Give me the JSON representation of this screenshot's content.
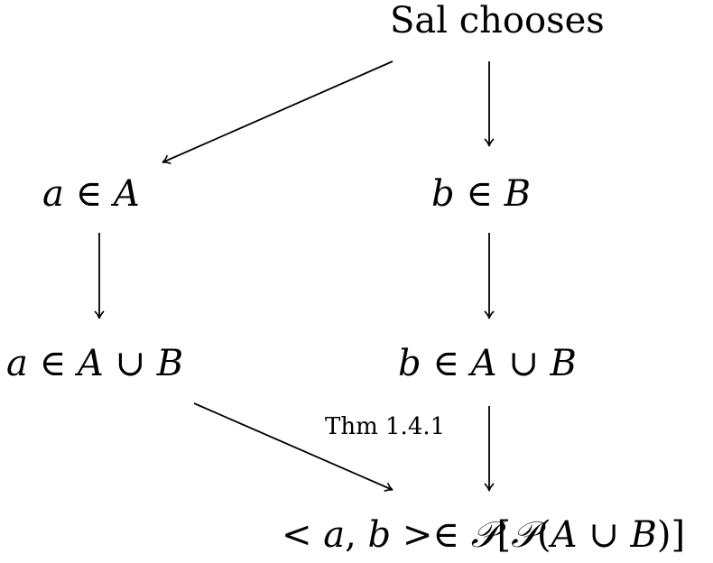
{
  "nodes": {
    "root": {
      "label": "Sal chooses"
    },
    "a_in_A": {
      "var": "a",
      "rel": "∈",
      "set": "A"
    },
    "b_in_B": {
      "var": "b",
      "rel": "∈",
      "set": "B"
    },
    "a_in_union": {
      "var": "a",
      "rel": "∈",
      "set1": "A",
      "op": "∪",
      "set2": "B"
    },
    "b_in_union": {
      "var": "b",
      "rel": "∈",
      "set1": "A",
      "op": "∪",
      "set2": "B"
    },
    "final": {
      "lt": "<",
      "a": "a",
      "comma": ",",
      "b": "b",
      "gt": ">",
      "rel": "∈",
      "P1": "𝒫",
      "lb": "[",
      "P2": "𝒫",
      "lp": "(",
      "A": "A",
      "op": "∪",
      "B": "B",
      "rp": ")",
      "rb": "]"
    }
  },
  "edges": {
    "thm_label": "Thm 1.4.1"
  },
  "colors": {
    "ink": "#000000",
    "background": "#ffffff"
  }
}
